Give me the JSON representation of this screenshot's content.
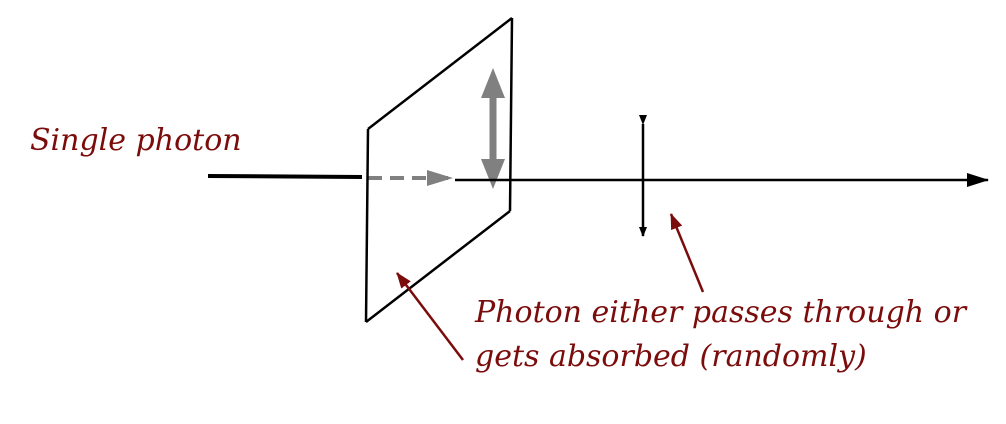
{
  "labels": {
    "single_photon": "Single photon",
    "outcome_line1": "Photon either passes through or",
    "outcome_line2": "gets absorbed (randomly)"
  },
  "colors": {
    "annotation": "#7b0c0c",
    "polarizer_arrow": "#808080",
    "line": "#000000"
  }
}
